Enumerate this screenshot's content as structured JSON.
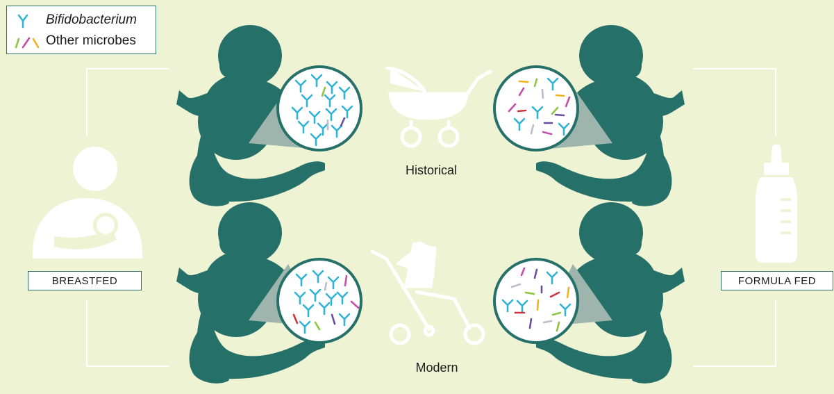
{
  "legend": {
    "bifido_label": "Bifidobacterium",
    "other_label": "Other microbes"
  },
  "groups": {
    "left_label": "BREASTFED",
    "right_label": "FORMULA FED"
  },
  "eras": {
    "top_label": "Historical",
    "bottom_label": "Modern"
  },
  "colors": {
    "background": "#eef3d4",
    "silhouette": "#26706a",
    "bifidobacterium": "#2fb3d6",
    "other_microbes": [
      "#8cc63f",
      "#c24fa8",
      "#f2b21f",
      "#d0333d",
      "#6a4ca0",
      "#b9bec9"
    ],
    "icon": "#ffffff"
  },
  "icons": [
    "baby-silhouette-icon",
    "magnifier-circle-icon",
    "breastfeeding-icon",
    "baby-bottle-icon",
    "pram-icon",
    "stroller-icon"
  ]
}
